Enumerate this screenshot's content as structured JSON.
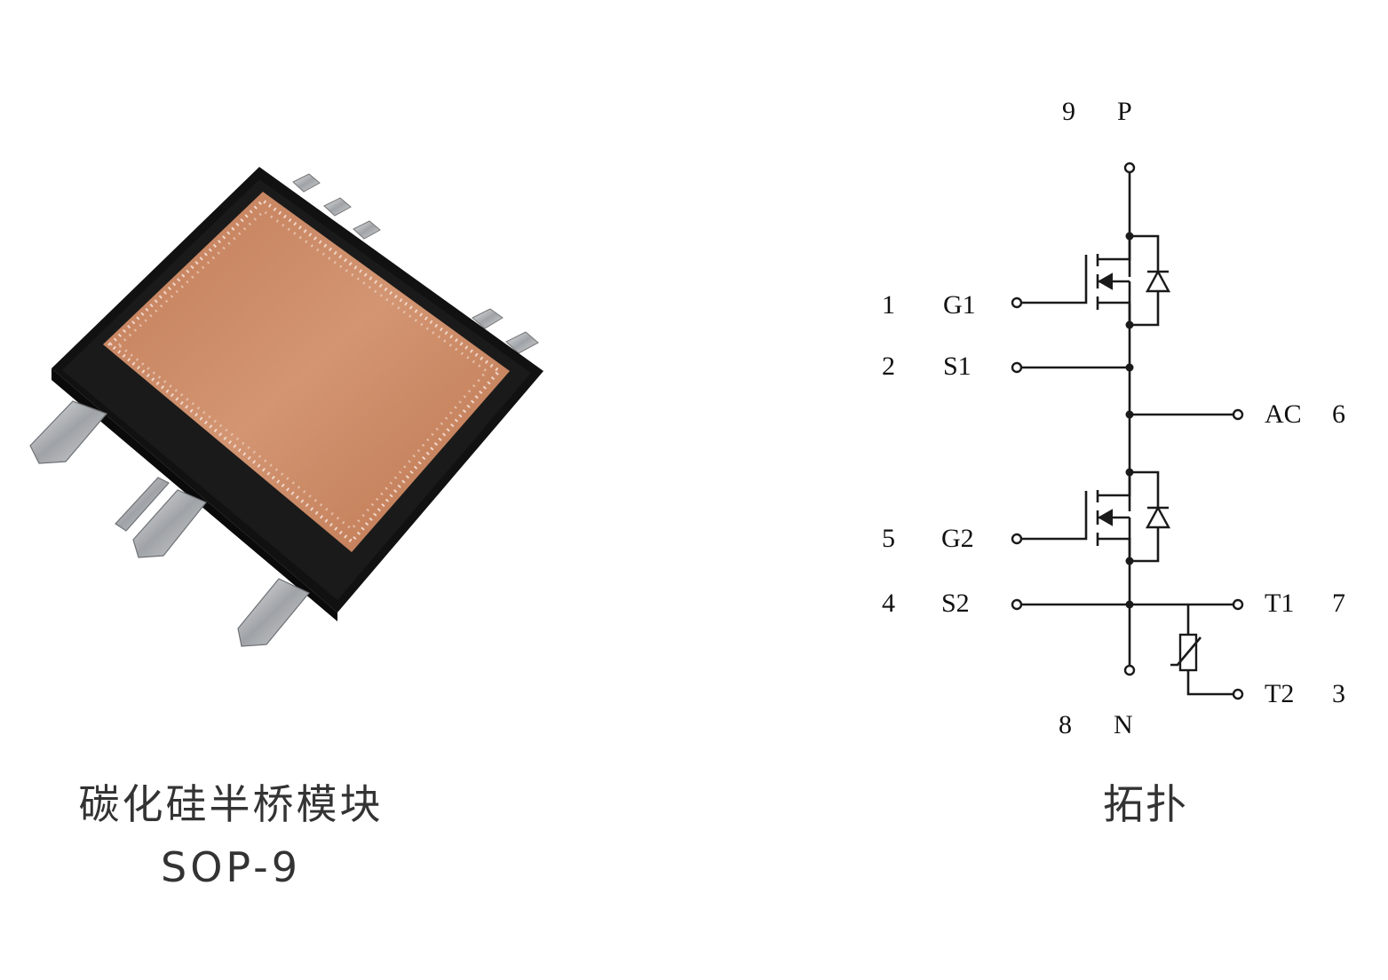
{
  "product": {
    "name": "碳化硅半桥模块",
    "package": "SOP-9"
  },
  "topology": {
    "title": "拓扑",
    "pins": {
      "p9_num": "9",
      "p9_name": "P",
      "p1_num": "1",
      "p1_name": "G1",
      "p2_num": "2",
      "p2_name": "S1",
      "p6_name": "AC",
      "p6_num": "6",
      "p5_num": "5",
      "p5_name": "G2",
      "p4_num": "4",
      "p4_name": "S2",
      "p7_name": "T1",
      "p7_num": "7",
      "p3_name": "T2",
      "p3_num": "3",
      "p8_num": "8",
      "p8_name": "N"
    }
  },
  "colors": {
    "copper": "#c98560",
    "body": "#111111",
    "pin": "#b9bbbd",
    "caption": "#333333",
    "wire": "#1a1a1a"
  }
}
